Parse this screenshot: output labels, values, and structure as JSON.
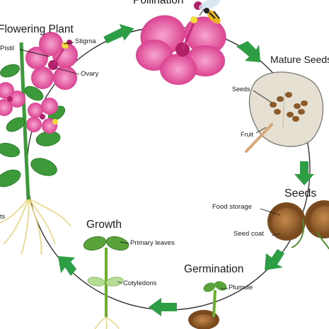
{
  "stages": {
    "flowering_plant": "Flowering Plant",
    "pollination": "Pollination",
    "mature_seeds": "Mature Seeds",
    "seeds": "Seeds",
    "germination": "Germination",
    "growth": "Growth"
  },
  "labels": {
    "pistil": "Pistil",
    "stigma": "Stigma",
    "ovary": "Ovary",
    "seeds_in_fruit": "Seeds",
    "fruit": "Fruit",
    "food_storage": "Food storage",
    "seed_coat": "Seed coat",
    "primary_leaves": "Primary leaves",
    "cotyledons": "Cotyledons",
    "plumule": "Plumule",
    "roots_partial": "ts"
  },
  "colors": {
    "arrow": "#2e9e45",
    "flower": "#e0509a",
    "leaf": "#3d9a3a",
    "seed": "#8b5a2b",
    "fruit": "#e6e0d2"
  }
}
